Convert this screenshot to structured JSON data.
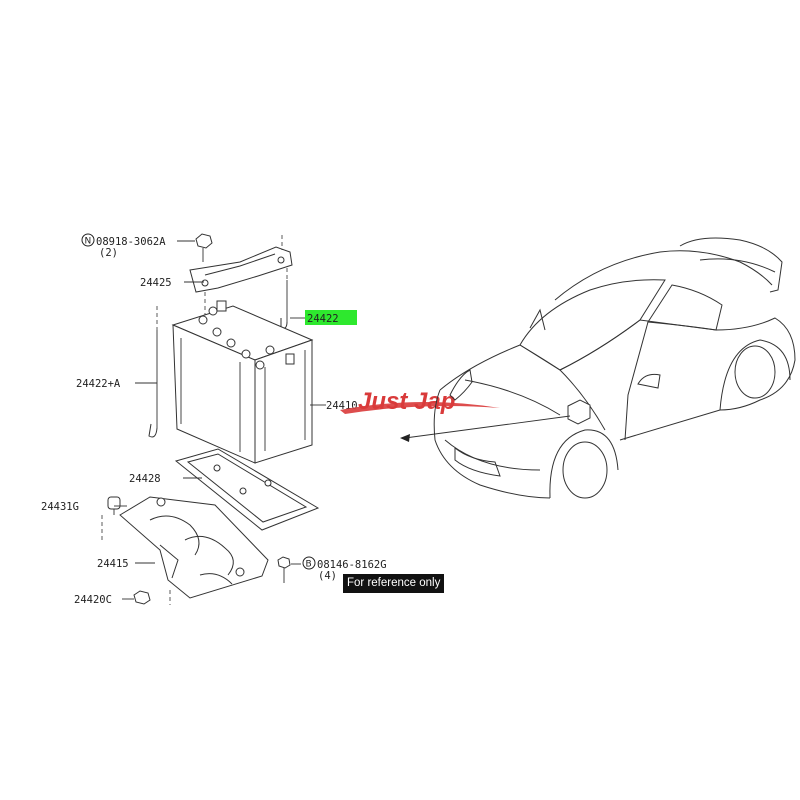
{
  "parts": {
    "nut_code_letter": "N",
    "nut_code": "08918-3062A",
    "nut_qty": "(2)",
    "bracket": "24425",
    "hook_bolt_highlight": "24422",
    "hook_bolt_a": "24422+A",
    "battery": "24410",
    "tray_top": "24428",
    "clip": "24431G",
    "tray_base": "24415",
    "bolt_code_letter": "B",
    "bolt_code": "08146-8162G",
    "bolt_qty": "(4)",
    "nut_c": "24420C"
  },
  "watermark": "Just Jap",
  "reference_note": "For reference only",
  "colors": {
    "highlight": "#2ee82e",
    "watermark": "#d93a3a",
    "badge_bg": "#111111"
  }
}
